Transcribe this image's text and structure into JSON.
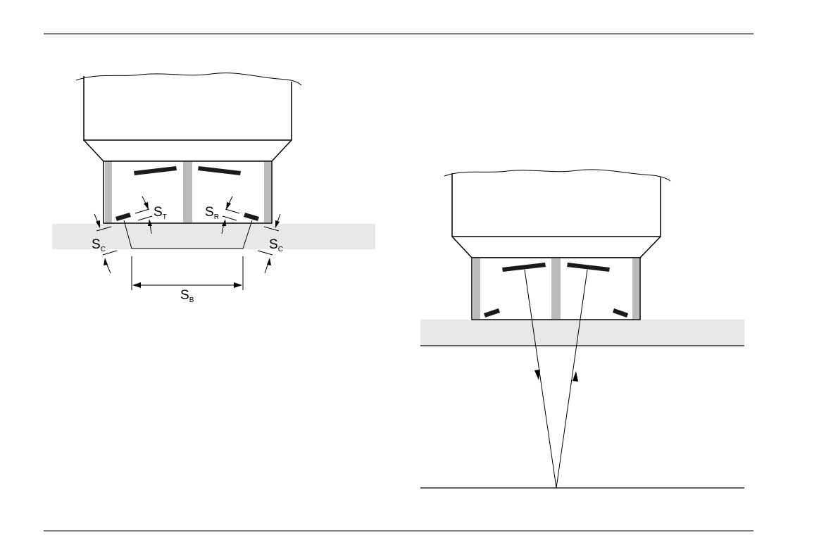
{
  "left_diagram": {
    "labels": {
      "s_t": {
        "main": "S",
        "sub": "T"
      },
      "s_r": {
        "main": "S",
        "sub": "R"
      },
      "s_c_left": {
        "main": "S",
        "sub": "C"
      },
      "s_c_right": {
        "main": "S",
        "sub": "C"
      },
      "s_b": {
        "main": "S",
        "sub": "B"
      }
    }
  },
  "colors": {
    "outline": "#000000",
    "wedge_fill": "#bbbbbb",
    "specimen_fill": "#e8e8e8",
    "element_fill": "#1a1a1a",
    "rule_line": "#000000"
  }
}
